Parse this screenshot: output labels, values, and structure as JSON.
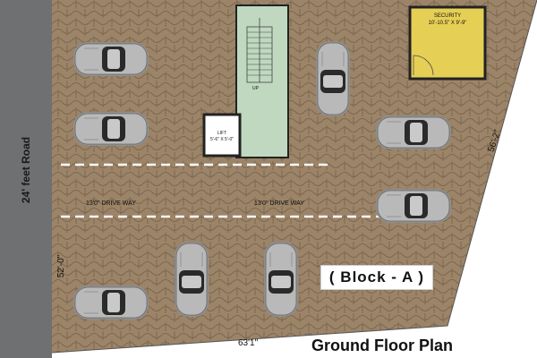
{
  "road": {
    "label": "24' feet Road"
  },
  "dimensions": {
    "right_side": "56'-2\"",
    "left_side": "52'-0\"",
    "bottom_side": "63'1\""
  },
  "drive_ways": [
    {
      "label": "13'0\" DRIVE WAY"
    },
    {
      "label": "13'0\" DRIVE WAY"
    }
  ],
  "security_room": {
    "title": "SECURITY",
    "size": "10'-10.5\" X 9'-9\""
  },
  "lift": {
    "title": "LIFT",
    "size": "5'-6\" X 5'-0\""
  },
  "stairs": {
    "label": "UP"
  },
  "block_label": "( Block - A )",
  "plan_title": "Ground Floor Plan",
  "colors": {
    "paving": "#9c8468",
    "paving_joint": "#7d6750",
    "road": "#6f7072",
    "stair_room": "#bfd8bf",
    "car_body": "#b9b9b9",
    "car_glass": "#2a2a2a",
    "drive_line": "#ffffff"
  },
  "cars": [
    {
      "name": "car-top-left",
      "orientation": "horizontal"
    },
    {
      "name": "car-mid-left",
      "orientation": "horizontal"
    },
    {
      "name": "car-bottom-left",
      "orientation": "horizontal"
    },
    {
      "name": "car-bottom-center-left",
      "orientation": "vertical"
    },
    {
      "name": "car-bottom-center",
      "orientation": "vertical"
    },
    {
      "name": "car-top-center",
      "orientation": "vertical"
    },
    {
      "name": "car-right-upper",
      "orientation": "horizontal"
    },
    {
      "name": "car-right-lower",
      "orientation": "horizontal"
    }
  ]
}
